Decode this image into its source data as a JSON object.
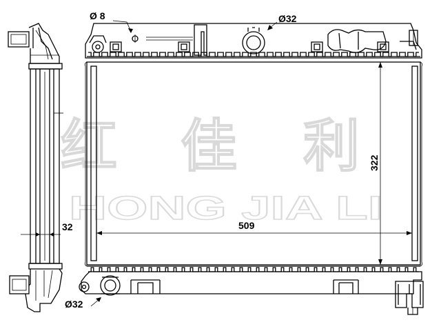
{
  "watermark": {
    "chinese": [
      "红",
      "佳",
      "利"
    ],
    "english": "HONG JIA LI"
  },
  "dimensions": {
    "top_left_hole": "Ø 8",
    "top_right_hole": "Ø32",
    "bottom_outlet": "Ø32",
    "core_width": "509",
    "core_height": "322",
    "core_depth": "32"
  },
  "colors": {
    "line": "#000000",
    "watermark_outline": "#d9d9d9",
    "background": "#ffffff"
  }
}
